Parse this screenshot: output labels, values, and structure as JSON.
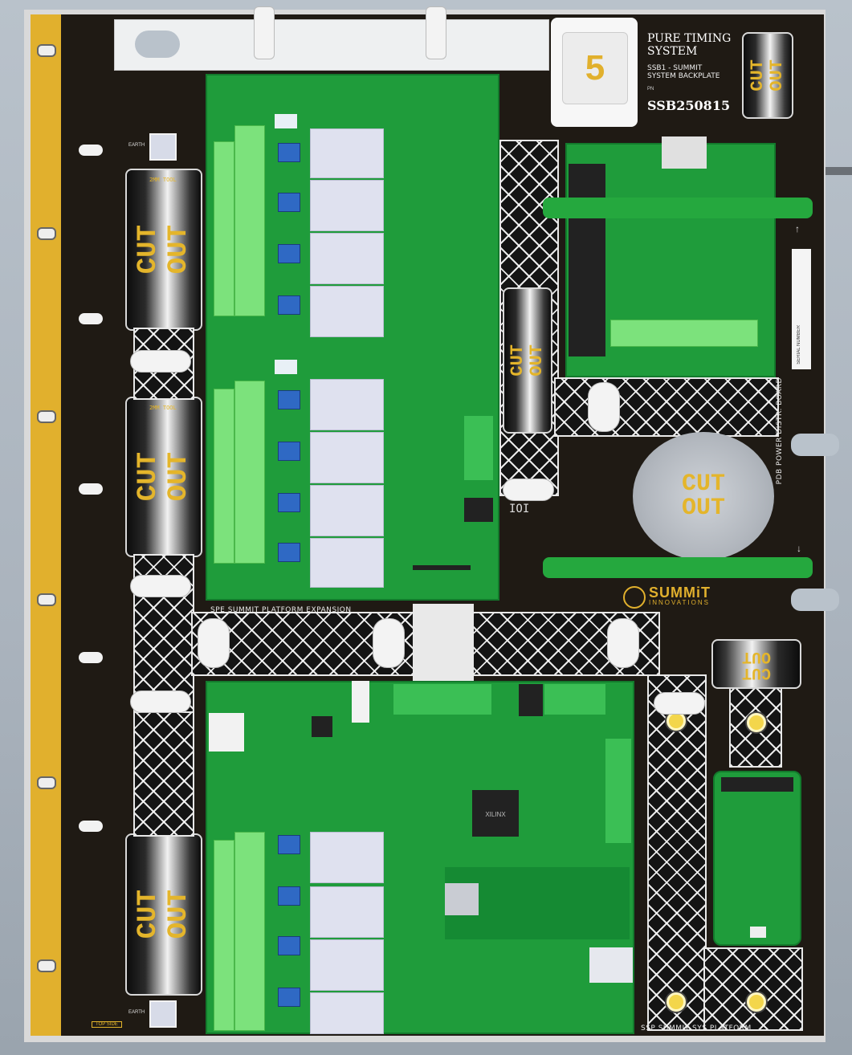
{
  "product": {
    "title_line1": "PURE TIMING",
    "title_line2": "SYSTEM",
    "subtitle_line1": "SSB1 - SUMMIT",
    "subtitle_line2": "SYSTEM BACKPLATE",
    "pn_label": "PN",
    "part_number": "SSB250815",
    "logo_monogram": "5"
  },
  "cutouts": {
    "text_line1": "CUT",
    "text_line2": "OUT",
    "tool_label": "2MM TOOL"
  },
  "labels": {
    "earth": "EARTH",
    "top_side": "TOP SIDE",
    "pdb_label": "PDB  POWER DISTR. BOARD",
    "spe_label": "SPE  SUMMIT PLATFORM EXPANSION",
    "ssp_label": "SSP  SUMMIT SYS PLATFORM",
    "serial_tag": "SERIAL NUMBER",
    "arrow_up": "↑",
    "arrow_down": "↓",
    "hole_marker": "IOI",
    "fpga_text": "XILINX"
  },
  "brand": {
    "name": "SUMMiT",
    "tagline": "INNOVATIONS"
  },
  "colors": {
    "accent_yellow": "#e1b02d",
    "pcb_green": "#1f9c3b",
    "terminal_green": "#7ce27c",
    "backplate_black": "#1f1a14"
  }
}
